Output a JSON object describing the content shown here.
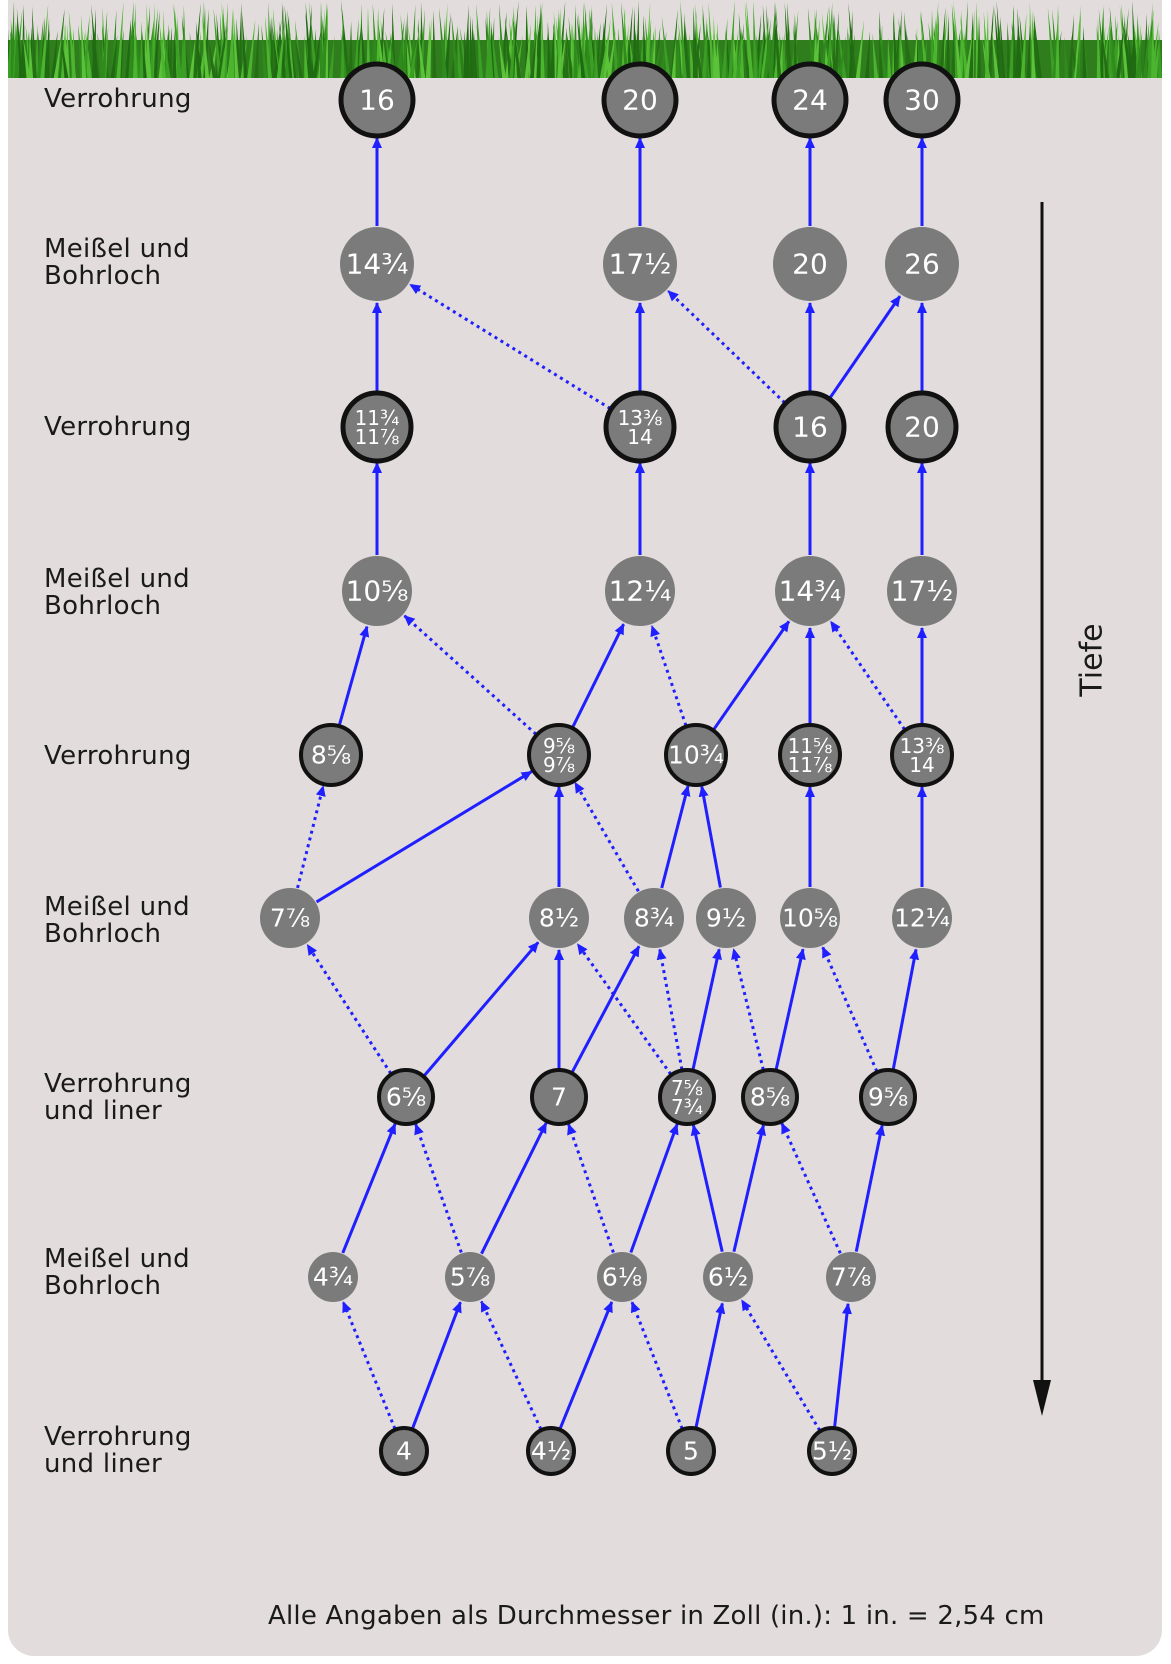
{
  "colors": {
    "background": "#e2dcdc",
    "node_fill": "#7b7b7b",
    "casing_border": "#111111",
    "arrow": "#1f1fff",
    "grass": "#2e8b1c"
  },
  "row_labels": [
    {
      "text": "Verrohrung"
    },
    {
      "text": "Meißel und\nBohrloch"
    },
    {
      "text": "Verrohrung"
    },
    {
      "text": "Meißel und\nBohrloch"
    },
    {
      "text": "Verrohrung"
    },
    {
      "text": "Meißel und\nBohrloch"
    },
    {
      "text": "Verrohrung\nund liner"
    },
    {
      "text": "Meißel und\nBohrloch"
    },
    {
      "text": "Verrohrung\nund liner"
    }
  ],
  "depth_axis_label": "Tiefe",
  "footnote": "Alle Angaben als Durchmesser in Zoll (in.): 1 in. = 2,54 cm",
  "nodes": [
    {
      "id": "c1a",
      "row": 0,
      "kind": "casing",
      "lines": [
        "16"
      ]
    },
    {
      "id": "c1b",
      "row": 0,
      "kind": "casing",
      "lines": [
        "20"
      ]
    },
    {
      "id": "c1c",
      "row": 0,
      "kind": "casing",
      "lines": [
        "24"
      ]
    },
    {
      "id": "c1d",
      "row": 0,
      "kind": "casing",
      "lines": [
        "30"
      ]
    },
    {
      "id": "b1a",
      "row": 1,
      "kind": "bit",
      "lines": [
        "14¾"
      ]
    },
    {
      "id": "b1b",
      "row": 1,
      "kind": "bit",
      "lines": [
        "17½"
      ]
    },
    {
      "id": "b1c",
      "row": 1,
      "kind": "bit",
      "lines": [
        "20"
      ]
    },
    {
      "id": "b1d",
      "row": 1,
      "kind": "bit",
      "lines": [
        "26"
      ]
    },
    {
      "id": "c2a",
      "row": 2,
      "kind": "casing",
      "lines": [
        "11¾",
        "11⅞"
      ]
    },
    {
      "id": "c2b",
      "row": 2,
      "kind": "casing",
      "lines": [
        "13⅜",
        "14"
      ]
    },
    {
      "id": "c2c",
      "row": 2,
      "kind": "casing",
      "lines": [
        "16"
      ]
    },
    {
      "id": "c2d",
      "row": 2,
      "kind": "casing",
      "lines": [
        "20"
      ]
    },
    {
      "id": "b2a",
      "row": 3,
      "kind": "bit",
      "lines": [
        "10⅝"
      ]
    },
    {
      "id": "b2b",
      "row": 3,
      "kind": "bit",
      "lines": [
        "12¼"
      ]
    },
    {
      "id": "b2c",
      "row": 3,
      "kind": "bit",
      "lines": [
        "14¾"
      ]
    },
    {
      "id": "b2d",
      "row": 3,
      "kind": "bit",
      "lines": [
        "17½"
      ]
    },
    {
      "id": "c3a",
      "row": 4,
      "kind": "casing",
      "lines": [
        "8⅝"
      ]
    },
    {
      "id": "c3b",
      "row": 4,
      "kind": "casing",
      "lines": [
        "9⅝",
        "9⅞"
      ]
    },
    {
      "id": "c3c",
      "row": 4,
      "kind": "casing",
      "lines": [
        "10¾"
      ]
    },
    {
      "id": "c3d",
      "row": 4,
      "kind": "casing",
      "lines": [
        "11⅝",
        "11⅞"
      ]
    },
    {
      "id": "c3e",
      "row": 4,
      "kind": "casing",
      "lines": [
        "13⅜",
        "14"
      ]
    },
    {
      "id": "b3a",
      "row": 5,
      "kind": "bit",
      "lines": [
        "7⅞"
      ]
    },
    {
      "id": "b3b",
      "row": 5,
      "kind": "bit",
      "lines": [
        "8½"
      ]
    },
    {
      "id": "b3c",
      "row": 5,
      "kind": "bit",
      "lines": [
        "8¾"
      ]
    },
    {
      "id": "b3d",
      "row": 5,
      "kind": "bit",
      "lines": [
        "9½"
      ]
    },
    {
      "id": "b3e",
      "row": 5,
      "kind": "bit",
      "lines": [
        "10⅝"
      ]
    },
    {
      "id": "b3f",
      "row": 5,
      "kind": "bit",
      "lines": [
        "12¼"
      ]
    },
    {
      "id": "c4a",
      "row": 6,
      "kind": "casing",
      "lines": [
        "6⅝"
      ]
    },
    {
      "id": "c4b",
      "row": 6,
      "kind": "casing",
      "lines": [
        "7"
      ]
    },
    {
      "id": "c4c",
      "row": 6,
      "kind": "casing",
      "lines": [
        "7⅝",
        "7¾"
      ]
    },
    {
      "id": "c4d",
      "row": 6,
      "kind": "casing",
      "lines": [
        "8⅝"
      ]
    },
    {
      "id": "c4e",
      "row": 6,
      "kind": "casing",
      "lines": [
        "9⅝"
      ]
    },
    {
      "id": "b4a",
      "row": 7,
      "kind": "bit",
      "lines": [
        "4¾"
      ]
    },
    {
      "id": "b4b",
      "row": 7,
      "kind": "bit",
      "lines": [
        "5⅞"
      ]
    },
    {
      "id": "b4c",
      "row": 7,
      "kind": "bit",
      "lines": [
        "6⅛"
      ]
    },
    {
      "id": "b4d",
      "row": 7,
      "kind": "bit",
      "lines": [
        "6½"
      ]
    },
    {
      "id": "b4e",
      "row": 7,
      "kind": "bit",
      "lines": [
        "7⅞"
      ]
    },
    {
      "id": "c5a",
      "row": 8,
      "kind": "casing",
      "lines": [
        "4"
      ]
    },
    {
      "id": "c5b",
      "row": 8,
      "kind": "casing",
      "lines": [
        "4½"
      ]
    },
    {
      "id": "c5c",
      "row": 8,
      "kind": "casing",
      "lines": [
        "5"
      ]
    },
    {
      "id": "c5d",
      "row": 8,
      "kind": "casing",
      "lines": [
        "5½"
      ]
    }
  ],
  "edges": [
    {
      "from": "b1a",
      "to": "c1a",
      "style": "solid"
    },
    {
      "from": "b1b",
      "to": "c1b",
      "style": "solid"
    },
    {
      "from": "b1c",
      "to": "c1c",
      "style": "solid"
    },
    {
      "from": "b1d",
      "to": "c1d",
      "style": "solid"
    },
    {
      "from": "c2a",
      "to": "b1a",
      "style": "solid"
    },
    {
      "from": "c2b",
      "to": "b1a",
      "style": "dotted"
    },
    {
      "from": "c2b",
      "to": "b1b",
      "style": "solid"
    },
    {
      "from": "c2c",
      "to": "b1b",
      "style": "dotted"
    },
    {
      "from": "c2c",
      "to": "b1c",
      "style": "solid"
    },
    {
      "from": "c2c",
      "to": "b1d",
      "style": "solid"
    },
    {
      "from": "c2d",
      "to": "b1d",
      "style": "solid"
    },
    {
      "from": "b2a",
      "to": "c2a",
      "style": "solid"
    },
    {
      "from": "b2b",
      "to": "c2b",
      "style": "solid"
    },
    {
      "from": "b2c",
      "to": "c2c",
      "style": "solid"
    },
    {
      "from": "b2d",
      "to": "c2d",
      "style": "solid"
    },
    {
      "from": "c3a",
      "to": "b2a",
      "style": "solid"
    },
    {
      "from": "c3b",
      "to": "b2a",
      "style": "dotted"
    },
    {
      "from": "c3b",
      "to": "b2b",
      "style": "solid"
    },
    {
      "from": "c3c",
      "to": "b2b",
      "style": "dotted"
    },
    {
      "from": "c3c",
      "to": "b2c",
      "style": "solid"
    },
    {
      "from": "c3d",
      "to": "b2c",
      "style": "solid"
    },
    {
      "from": "c3e",
      "to": "b2c",
      "style": "dotted"
    },
    {
      "from": "c3e",
      "to": "b2d",
      "style": "solid"
    },
    {
      "from": "b3a",
      "to": "c3a",
      "style": "dotted"
    },
    {
      "from": "b3a",
      "to": "c3b",
      "style": "solid"
    },
    {
      "from": "b3b",
      "to": "c3b",
      "style": "solid"
    },
    {
      "from": "b3c",
      "to": "c3b",
      "style": "dotted"
    },
    {
      "from": "b3c",
      "to": "c3c",
      "style": "solid"
    },
    {
      "from": "b3d",
      "to": "c3c",
      "style": "solid"
    },
    {
      "from": "b3e",
      "to": "c3d",
      "style": "solid"
    },
    {
      "from": "b3f",
      "to": "c3e",
      "style": "solid"
    },
    {
      "from": "c4a",
      "to": "b3a",
      "style": "dotted"
    },
    {
      "from": "c4a",
      "to": "b3b",
      "style": "solid"
    },
    {
      "from": "c4b",
      "to": "b3b",
      "style": "solid"
    },
    {
      "from": "c4b",
      "to": "b3c",
      "style": "solid"
    },
    {
      "from": "c4c",
      "to": "b3b",
      "style": "dotted"
    },
    {
      "from": "c4c",
      "to": "b3c",
      "style": "dotted"
    },
    {
      "from": "c4c",
      "to": "b3d",
      "style": "solid"
    },
    {
      "from": "c4d",
      "to": "b3d",
      "style": "dotted"
    },
    {
      "from": "c4d",
      "to": "b3e",
      "style": "solid"
    },
    {
      "from": "c4e",
      "to": "b3e",
      "style": "dotted"
    },
    {
      "from": "c4e",
      "to": "b3f",
      "style": "solid"
    },
    {
      "from": "b4a",
      "to": "c4a",
      "style": "solid"
    },
    {
      "from": "b4b",
      "to": "c4a",
      "style": "dotted"
    },
    {
      "from": "b4b",
      "to": "c4b",
      "style": "solid"
    },
    {
      "from": "b4c",
      "to": "c4b",
      "style": "dotted"
    },
    {
      "from": "b4c",
      "to": "c4c",
      "style": "solid"
    },
    {
      "from": "b4d",
      "to": "c4c",
      "style": "solid"
    },
    {
      "from": "b4d",
      "to": "c4d",
      "style": "solid"
    },
    {
      "from": "b4e",
      "to": "c4d",
      "style": "dotted"
    },
    {
      "from": "b4e",
      "to": "c4e",
      "style": "solid"
    },
    {
      "from": "c5a",
      "to": "b4a",
      "style": "dotted"
    },
    {
      "from": "c5a",
      "to": "b4b",
      "style": "solid"
    },
    {
      "from": "c5b",
      "to": "b4b",
      "style": "dotted"
    },
    {
      "from": "c5b",
      "to": "b4c",
      "style": "solid"
    },
    {
      "from": "c5c",
      "to": "b4c",
      "style": "dotted"
    },
    {
      "from": "c5c",
      "to": "b4d",
      "style": "solid"
    },
    {
      "from": "c5d",
      "to": "b4d",
      "style": "dotted"
    },
    {
      "from": "c5d",
      "to": "b4e",
      "style": "solid"
    }
  ]
}
